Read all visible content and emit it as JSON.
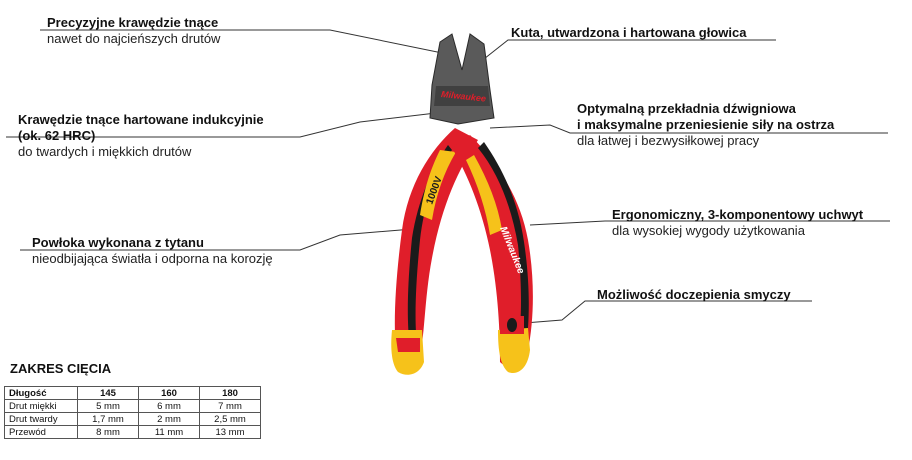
{
  "callouts": {
    "precision": {
      "title": "Precyzyjne krawędzie tnące",
      "sub": "nawet do najcieńszych drutów"
    },
    "forged": {
      "title": "Kuta, utwardzona i hartowana głowica"
    },
    "induction": {
      "title_1": "Krawędzie tnące hartowane indukcyjnie",
      "title_2": "(ok. 62 HRC)",
      "sub": "do twardych i miękkich drutów"
    },
    "leverage": {
      "title_1": "Optymalną przekładnia dźwigniowa",
      "title_2": "i maksymalne przeniesienie siły na ostrza",
      "sub": "dla łatwej i bezwysiłkowej pracy"
    },
    "ergonomic": {
      "title": "Ergonomiczny, 3-komponentowy uchwyt",
      "sub": "dla wysokiej wygody użytkowania"
    },
    "titanium": {
      "title": "Powłoka wykonana z tytanu",
      "sub": "nieodbijająca światła i odporna na korozję"
    },
    "lanyard": {
      "title": "Możliwość doczepienia smyczy"
    }
  },
  "product": {
    "brand_head": "Milwaukee",
    "brand_handle": "Milwaukee",
    "voltage": "1000V",
    "colors": {
      "red": "#e01e2a",
      "yellow": "#f6c21a",
      "black": "#1b1b1b",
      "steel": "#5a5a5a"
    }
  },
  "table": {
    "title": "ZAKRES CIĘCIA",
    "headers": [
      "Długość",
      "145",
      "160",
      "180"
    ],
    "rows": [
      [
        "Drut miękki",
        "5 mm",
        "6 mm",
        "7 mm"
      ],
      [
        "Drut twardy",
        "1,7 mm",
        "2 mm",
        "2,5 mm"
      ],
      [
        "Przewód",
        "8 mm",
        "11 mm",
        "13 mm"
      ]
    ]
  }
}
